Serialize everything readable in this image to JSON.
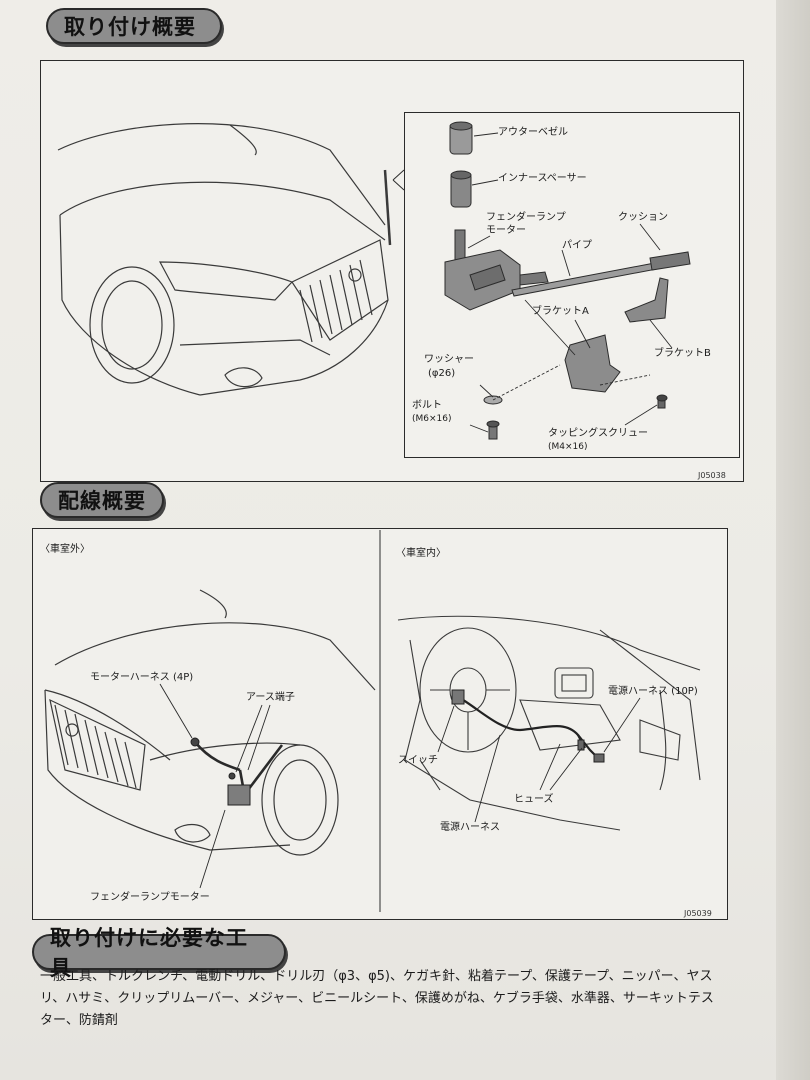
{
  "sections": {
    "installation_overview": "取り付け概要",
    "wiring_overview": "配線概要",
    "required_tools": "取り付けに必要な工具"
  },
  "install_diagram": {
    "code": "J05038",
    "parts": {
      "outer_bezel": "アウターベゼル",
      "inner_spacer": "インナースペーサー",
      "motor_line1": "フェンダーランプ",
      "motor_line2": "モーター",
      "cushion": "クッション",
      "pipe": "パイプ",
      "bracket_a": "ブラケットA",
      "bracket_b": "ブラケットB",
      "washer": "ワッシャー",
      "washer_size": "(φ26)",
      "bolt": "ボルト",
      "bolt_size": "(M6×16)",
      "tapping_screw": "タッピングスクリュー",
      "tapping_screw_size": "(M4×16)"
    }
  },
  "wiring_diagram": {
    "code": "J05039",
    "exterior": {
      "heading": "〈車室外〉",
      "motor_harness": "モーターハーネス (4P)",
      "ground_terminal": "アース端子",
      "fender_lamp_motor": "フェンダーランプモーター"
    },
    "interior": {
      "heading": "〈車室内〉",
      "power_harness_10p": "電源ハーネス (10P)",
      "switch": "スイッチ",
      "fuse": "ヒューズ",
      "power_harness": "電源ハーネス"
    }
  },
  "tools_text": "一般工具、トルクレンチ、電動ドリル、ドリル刃（φ3、φ5)、ケガキ針、粘着テープ、保護テープ、ニッパー、ヤスリ、ハサミ、クリップリムーバー、メジャー、ビニールシート、保護めがね、ケブラ手袋、水準器、サーキットテスター、防錆剤"
}
